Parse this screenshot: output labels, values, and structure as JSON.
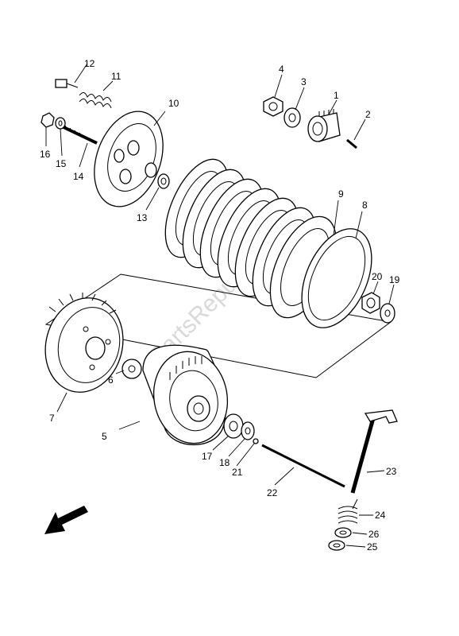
{
  "callouts": [
    "1",
    "2",
    "3",
    "4",
    "5",
    "6",
    "7",
    "8",
    "9",
    "10",
    "11",
    "12",
    "13",
    "14",
    "15",
    "16",
    "17",
    "18",
    "19",
    "20",
    "21",
    "22",
    "23",
    "24",
    "25",
    "26"
  ],
  "watermark": "PartsRepublik",
  "direction_icon": "front-arrow-icon"
}
